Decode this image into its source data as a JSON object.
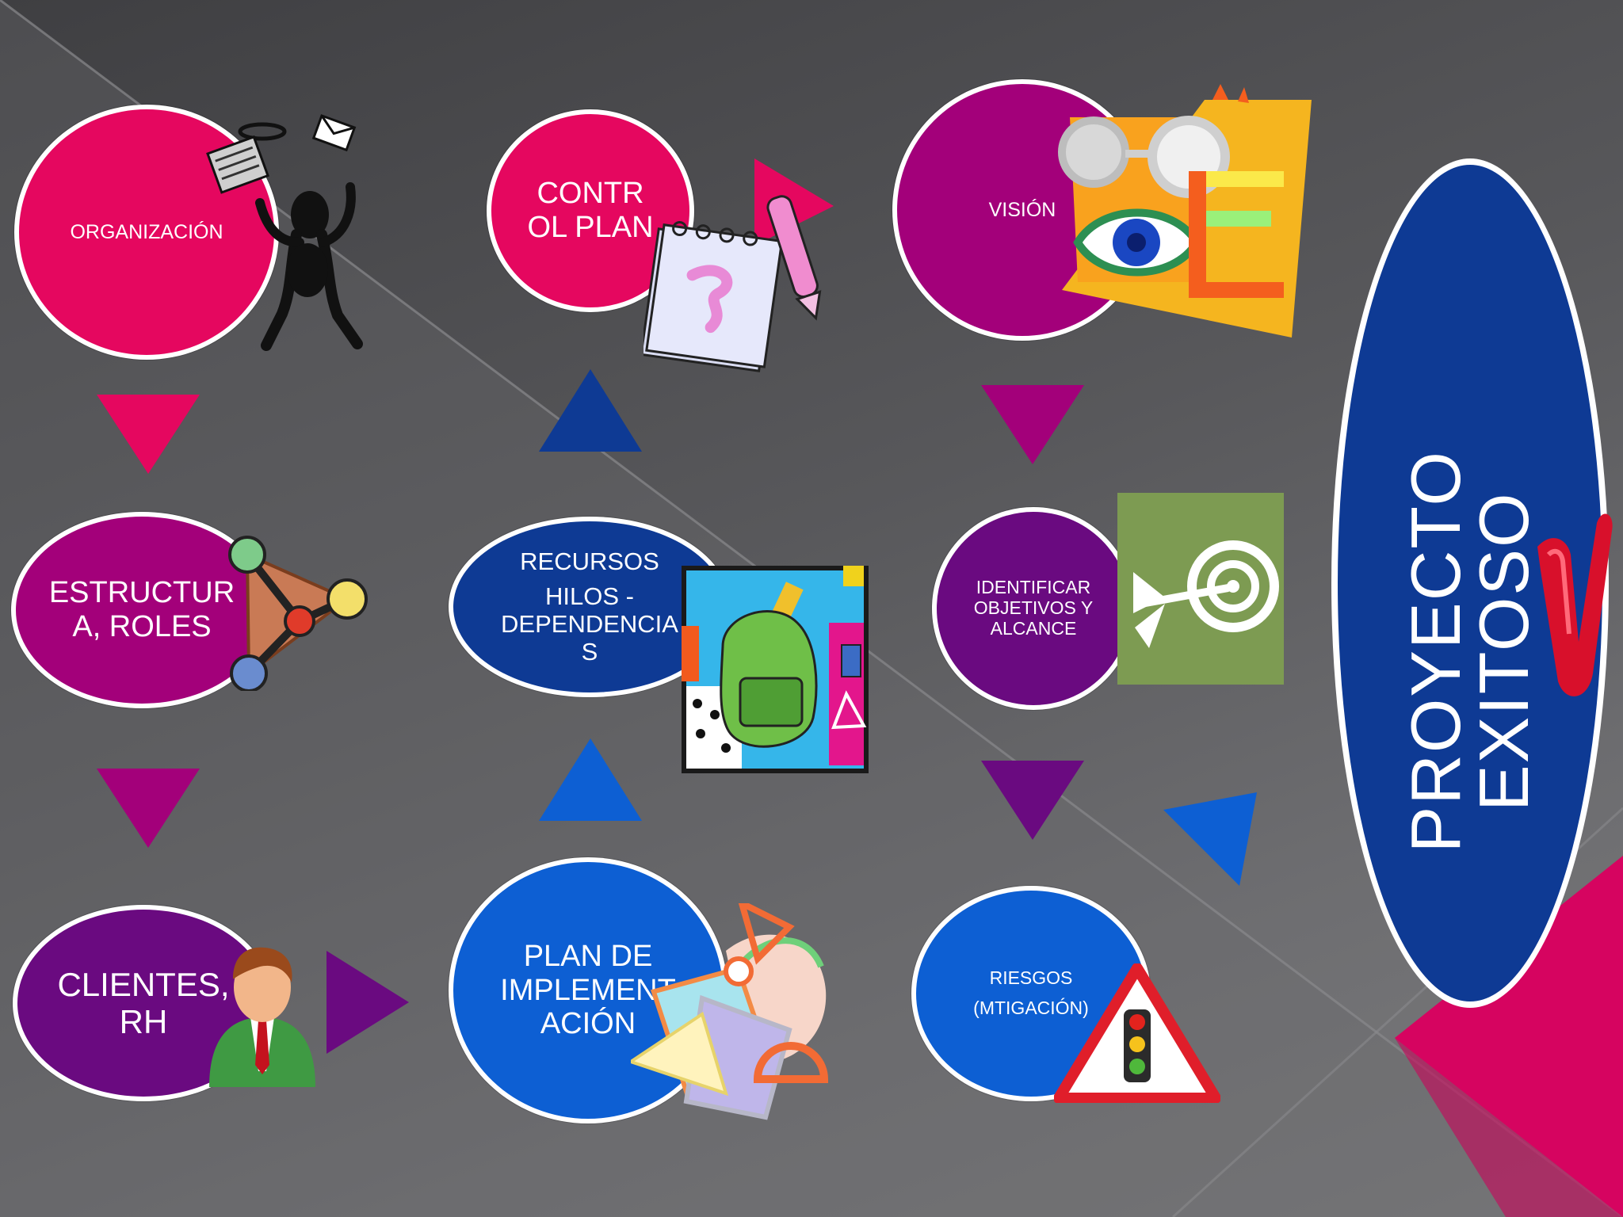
{
  "colors": {
    "crimson": "#e5075f",
    "magenta": "#a3007a",
    "purple": "#6a0a80",
    "navy": "#0e3a94",
    "blue": "#0d5fd3"
  },
  "nodes": {
    "organizacion": {
      "lines": [
        "ORGANIZACIÓN"
      ]
    },
    "estructura": {
      "lines": [
        "ESTRUCTUR",
        "A, ROLES"
      ]
    },
    "clientes": {
      "lines": [
        "CLIENTES,",
        "RH"
      ]
    },
    "control_plan": {
      "lines": [
        "CONTR",
        "OL PLAN"
      ]
    },
    "recursos": {
      "lines": [
        "RECURSOS",
        "HILOS -",
        "DEPENDENCIA",
        "S"
      ]
    },
    "plan_implementacion": {
      "lines": [
        "PLAN DE",
        "IMPLEMENT",
        "ACIÓN"
      ]
    },
    "vision": {
      "lines": [
        "VISIÓN"
      ]
    },
    "identificar": {
      "lines": [
        "IDENTIFICAR",
        "OBJETIVOS Y",
        "ALCANCE"
      ]
    },
    "riesgos": {
      "lines": [
        "RIESGOS",
        "(MTIGACIÓN)"
      ]
    }
  },
  "result": {
    "lines": [
      "PROYECTO",
      "EXITOSO"
    ]
  },
  "icons": [
    "juggler-clipart",
    "notepad-pen-clipart",
    "eye-glasses-clipart",
    "molecule-clipart",
    "backpack-school-clipart",
    "target-arrow-icon",
    "businessman-icon",
    "drafting-tools-clipart",
    "traffic-light-warning-icon",
    "red-checkmark-icon"
  ]
}
